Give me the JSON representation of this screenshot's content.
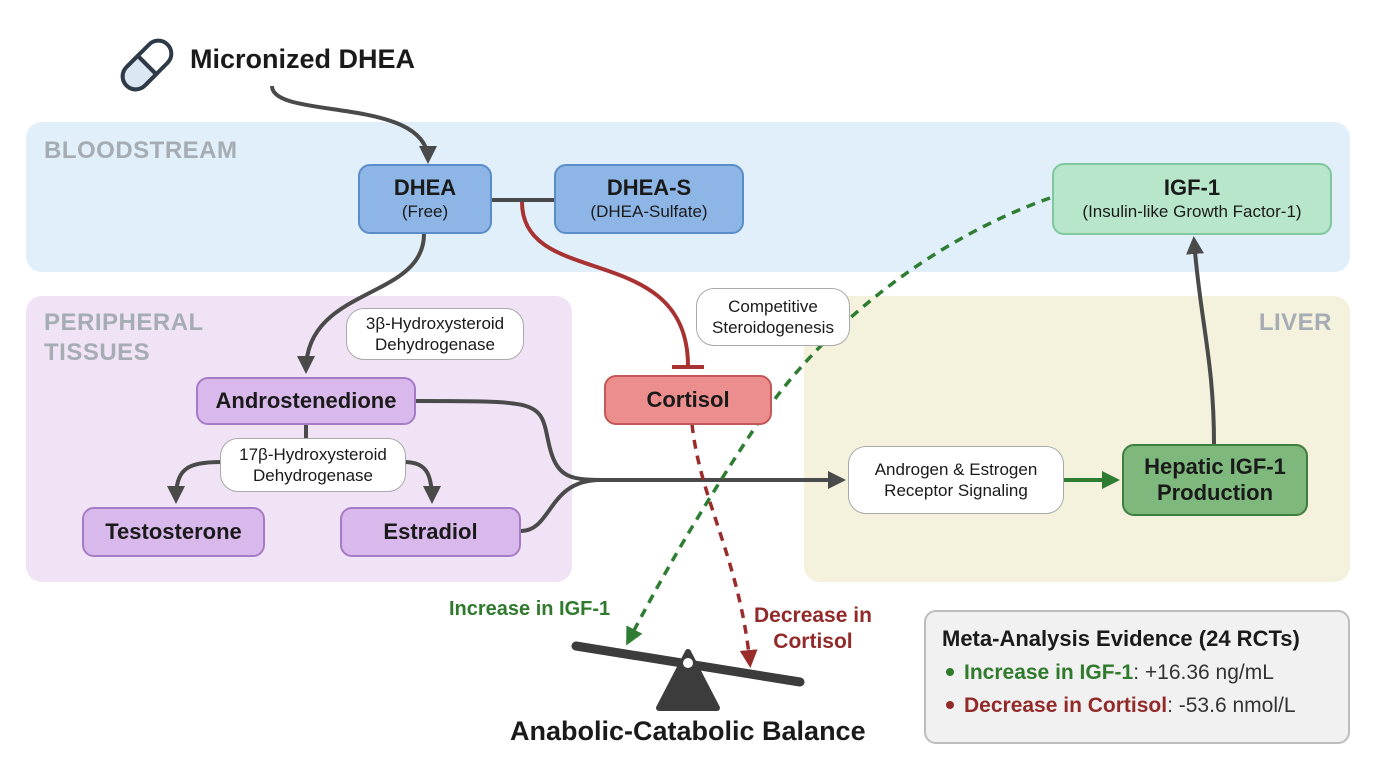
{
  "source_label": "Micronized DHEA",
  "regions": {
    "bloodstream": "BLOODSTREAM",
    "peripheral": "PERIPHERAL\nTISSUES",
    "liver": "LIVER"
  },
  "nodes": {
    "dhea": {
      "title": "DHEA",
      "sub": "(Free)"
    },
    "dheas": {
      "title": "DHEA-S",
      "sub": "(DHEA-Sulfate)"
    },
    "igf1": {
      "title": "IGF-1",
      "sub": "(Insulin-like Growth Factor-1)"
    },
    "androstenedione": "Androstenedione",
    "testosterone": "Testosterone",
    "estradiol": "Estradiol",
    "cortisol": "Cortisol",
    "hepatic": "Hepatic IGF-1\nProduction"
  },
  "pills": {
    "hsd3b": "3β-Hydroxysteroid\nDehydrogenase",
    "hsd17b": "17β-Hydroxysteroid\nDehydrogenase",
    "competitive": "Competitive\nSteroidogenesis",
    "receptor": "Androgen & Estrogen\nReceptor Signaling"
  },
  "balance": {
    "increase_label": "Increase in IGF-1",
    "decrease_label": "Decrease in\nCortisol",
    "title": "Anabolic-Catabolic Balance"
  },
  "evidence": {
    "title": "Meta-Analysis Evidence (24 RCTs)",
    "items": [
      {
        "key": "Increase in IGF-1",
        "value": ": +16.36 ng/mL",
        "color": "#2f7a2c"
      },
      {
        "key": "Decrease in Cortisol",
        "value": ": -53.6 nmol/L",
        "color": "#922a2a"
      }
    ]
  },
  "colors": {
    "arrow": "#4a4a4a",
    "inhibit": "#a83232",
    "igf_dashed": "#2e7d32",
    "cortisol_dashed": "#9b2c2c"
  }
}
